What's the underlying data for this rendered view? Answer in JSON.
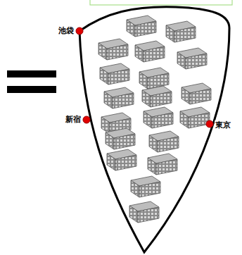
{
  "diagram": {
    "labels": [
      "池袋",
      "新宿",
      "東京"
    ]
  }
}
